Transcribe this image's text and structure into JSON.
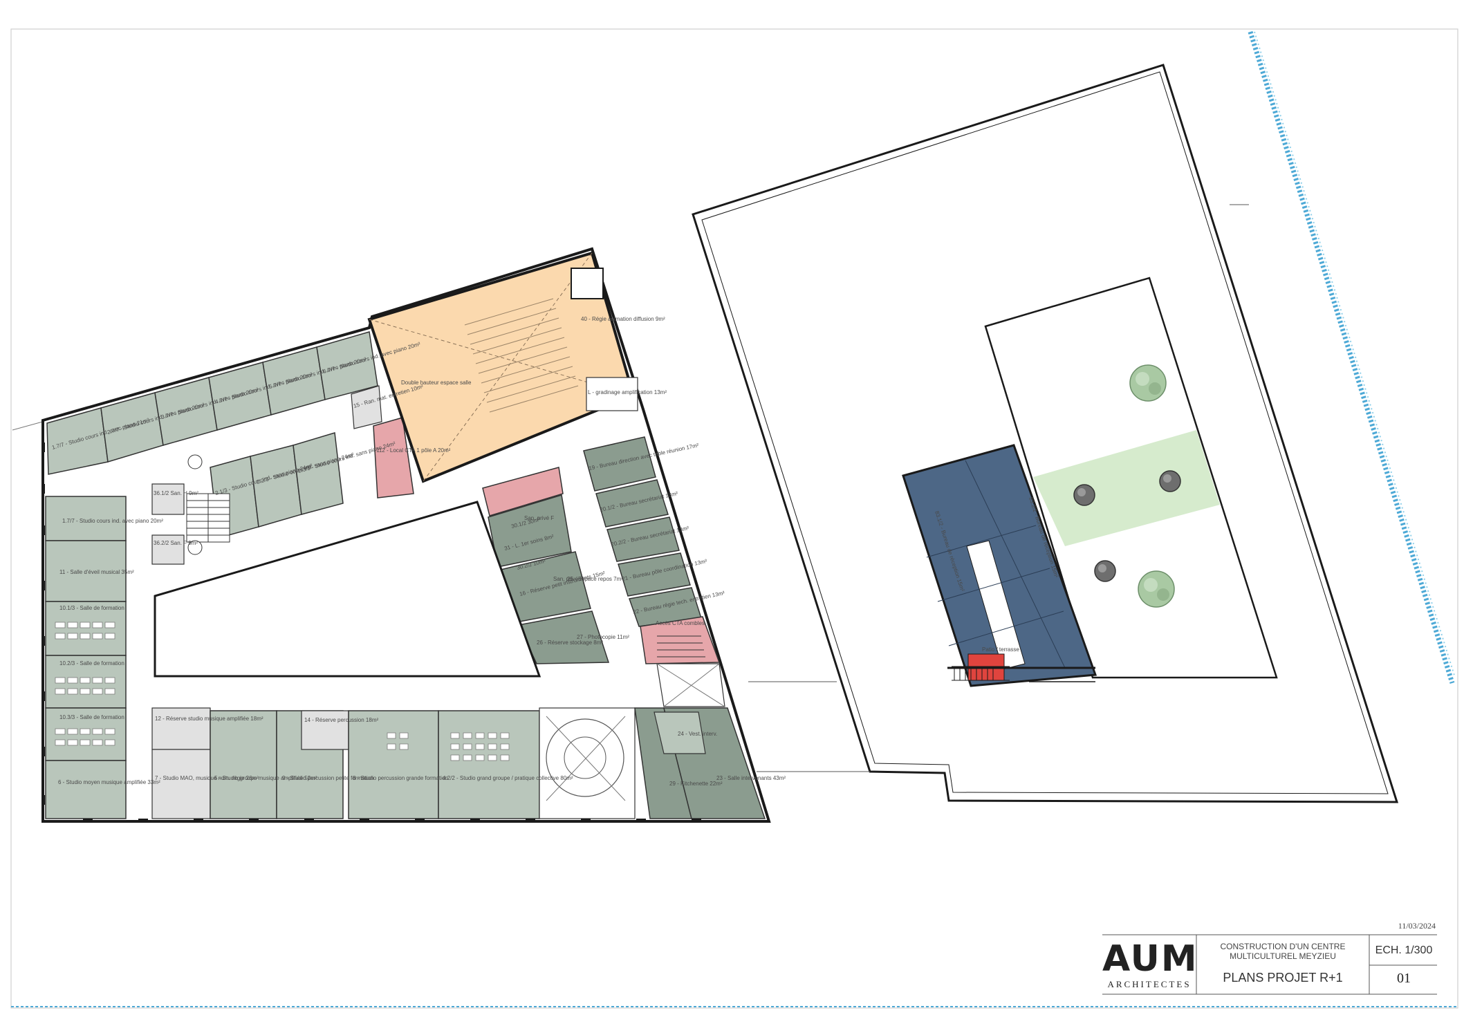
{
  "title_block": {
    "date": "11/03/2024",
    "logo_text": "AUM",
    "logo_subtext": "ARCHITECTES",
    "project_line1": "CONSTRUCTION D'UN CENTRE",
    "project_line2": "MULTICULTUREL MEYZIEU",
    "sheet_title": "PLANS PROJET R+1",
    "scale": "ECH. 1/300",
    "sheet_number": "01"
  },
  "rooms": {
    "r_1_7_a": "1.7/7 - Studio cours ind. avec piano 21m²",
    "r_2_7": "2.7/7 - Studio cours ind. avec piano 20m²",
    "r_3_7": "3.7/7 - Studio cours ind. avec piano 20m²",
    "r_4_7": "4.7/7 - Studio cours ind. avec piano 20m²",
    "r_5_7": "5.7/7 - Studio cours ind. avec piano 20m²",
    "r_6_7": "6.7/7 - Studio cours ind. avec piano 20m²",
    "r_1_7_b": "1.7/7 - Studio cours ind. avec piano 20m²",
    "r_11": "11 - Salle d'éveil musical 35m²",
    "r_10_1": "10.1/3 - Salle de formation",
    "r_10_2": "10.2/3 - Salle de formation",
    "r_10_3": "10.3/3 - Salle de formation",
    "r_6": "6 - Studio moyen musique amplifiée 33m²",
    "r_12": "12 - Réserve studio musique amplifiée 18m²",
    "r_7": "7 - Studio MAO, musique num. régie 26m²",
    "r_5": "5 - Studio groupe musique amplifiée 52m²",
    "r_9": "9 - Studio percussion petite formation",
    "r_14": "14 - Réserve percussion 18m²",
    "r_8": "8 - Studio percussion grande formation",
    "r_4_2": "4.2/2 - Studio grand groupe / pratique collective 80m²",
    "r_2_1": "2.1/3 - Studio cours ind. sans piano 24m²",
    "r_2_2": "2.2/3 - Studio cours ind. sans piano 24m²",
    "r_2_3": "2.3/3 - Studio cours ind. sans piano 24m²",
    "r_36_1": "36.1/2 San. H 9m²",
    "r_36_2": "36.2/2 San. F 9m²",
    "r_15": "15 - Ran. mat. entretien 10m²",
    "r_112": "112 - Local CTA 1 pôle A 20m²",
    "r_hall": "Double hauteur espace salle",
    "r_40": "40 - Régie animation diffusion 9m²",
    "r_lgrad": "L - gradinage amplification 13m²",
    "r_19": "19 - Bureau direction avec table réunion 17m²",
    "r_20_1": "20.1/2 - Bureau secrétariat 13m²",
    "r_20_2": "20.2/2 - Bureau secrétariat 13m²",
    "r_21": "21 - Bureau pôle coordination 13m²",
    "r_22": "22 - Bureau régie tech. entretien 13m²",
    "r_cta": "Accès CTA combles",
    "r_30_1": "30.1/2 30m²",
    "r_30_2": "30.2/2 10m²",
    "r_31": "31 - L. 1er soins 8m²",
    "r_16": "16 - Réserve petit instruments 15m²",
    "r_25": "25 - Espace repos 7m²",
    "r_26": "26 - Réserve stockage 8m²",
    "r_27": "27 - Photocopie 11m²",
    "r_24": "24 - Vest. interv.",
    "r_29": "29 - Kitchenette 22m²",
    "r_23": "23 - Salle intervenants 43m²",
    "r_sanpriv": "San. privé F",
    "r_sanpriv2": "San. privé H",
    "r_b_left": "83.1/2 - Bureau de réception 15m²",
    "r_b_right": "83.2/2 - Bureau de réception 15m²",
    "r_patio": "Patio / terrasse"
  },
  "colors": {
    "studio_green": "#b9c6bb",
    "office_green": "#8b9c8f",
    "technical_pink": "#e6a6aa",
    "auditorium_orange": "#fbd9ae",
    "bureau_blue": "#4d6786",
    "garden_green": "#d6ebcd",
    "stair_red": "#e0443e",
    "boundary_blue": "#4da9d6"
  }
}
